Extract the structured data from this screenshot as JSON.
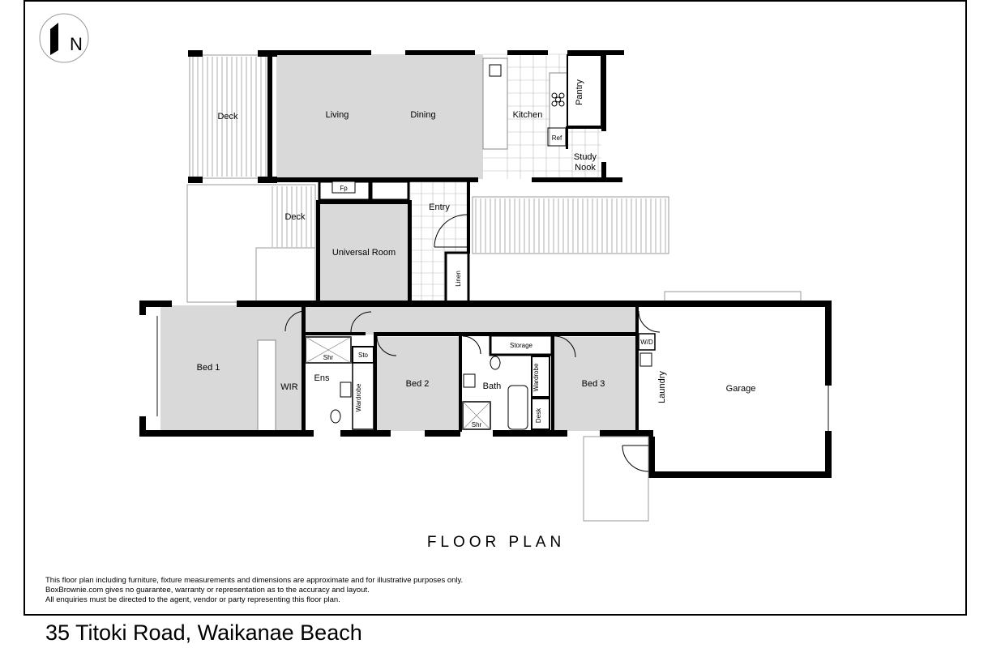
{
  "compass_letter": "N",
  "rooms": {
    "deck_north": "Deck",
    "living": "Living",
    "dining": "Dining",
    "kitchen": "Kitchen",
    "pantry": "Pantry",
    "ref": "Ref",
    "study_nook_1": "Study",
    "study_nook_2": "Nook",
    "fp": "Fp",
    "entry": "Entry",
    "deck_side": "Deck",
    "universal_room": "Universal Room",
    "linen": "Linen",
    "bed1": "Bed 1",
    "wir": "WIR",
    "shr_ens": "Shr",
    "sto": "Sto",
    "ens": "Ens",
    "wardrobe_ens": "Wardrobe",
    "bed2": "Bed 2",
    "storage": "Storage",
    "bath": "Bath",
    "wardrobe_bath": "Wardrobe",
    "shr_bath": "Shr",
    "desk": "Desk",
    "bed3": "Bed 3",
    "wd": "W/D",
    "laundry": "Laundry",
    "garage": "Garage"
  },
  "title": "FLOOR PLAN",
  "disclaimer": [
    "This floor plan including furniture, fixture measurements and dimensions are approximate and for illustrative purposes only.",
    "BoxBrownie.com gives no guarantee, warranty or representation as to the accuracy and layout.",
    "All enquiries must be directed to the agent, vendor or party representing this floor plan."
  ],
  "address": "35 Titoki Road, Waikanae Beach"
}
